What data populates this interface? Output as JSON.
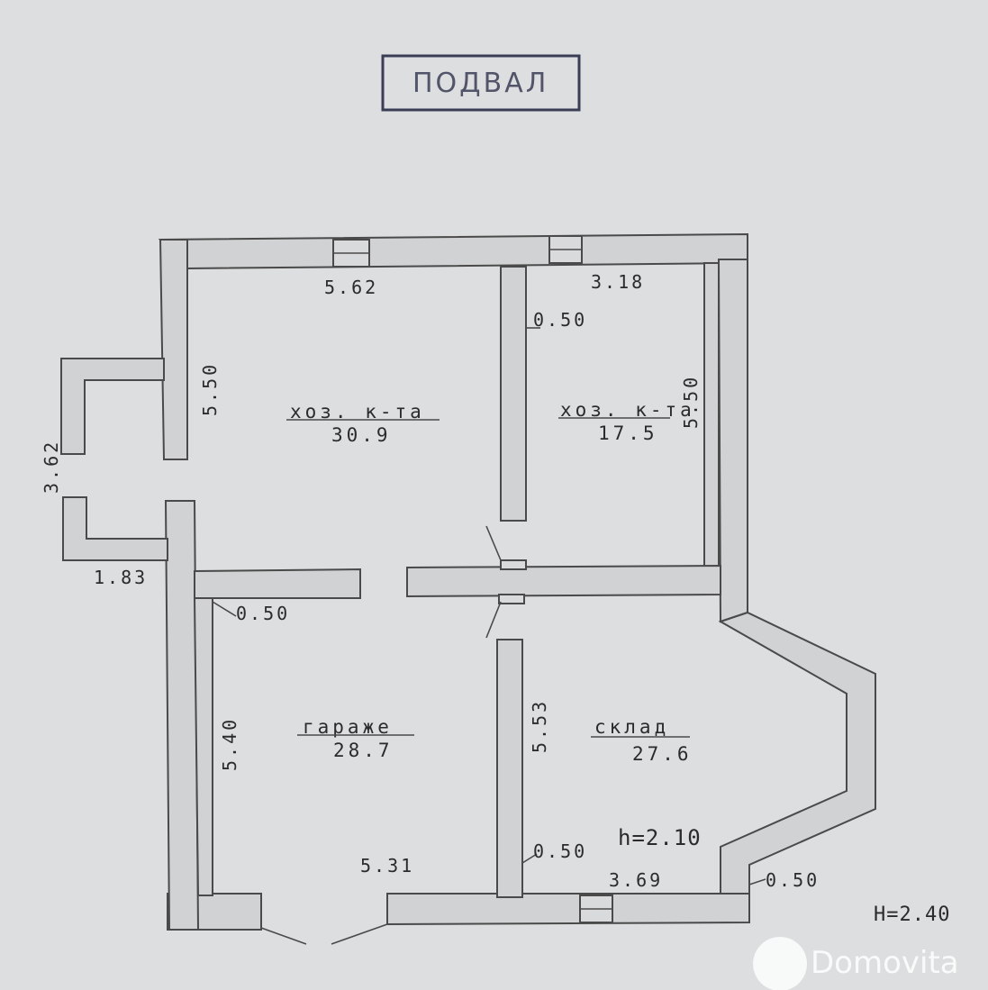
{
  "stamp": {
    "text": "ПОДВАЛ"
  },
  "rooms": [
    {
      "name": "хоз. к-та",
      "area": "30.9"
    },
    {
      "name": "хоз. к-та",
      "area": "17.5"
    },
    {
      "name": "гараже",
      "area": "28.7"
    },
    {
      "name": "склад",
      "area": "27.6"
    }
  ],
  "dimensions": {
    "room1_width": "5.62",
    "room1_height": "5.50",
    "room2_width": "3.18",
    "room2_height": "5.50",
    "room2_wall": "0.50",
    "entrance_depth": "3.62",
    "entrance_width": "1.83",
    "garage_wall": "0.50",
    "garage_height": "5.40",
    "garage_width": "5.31",
    "sklad_height": "5.53",
    "sklad_wall": "0.50",
    "sklad_width": "3.69",
    "outer_wall": "0.50",
    "sklad_ceiling": "h=2.10",
    "total_height": "H=2.40"
  },
  "watermark": {
    "text": "Domovita"
  }
}
